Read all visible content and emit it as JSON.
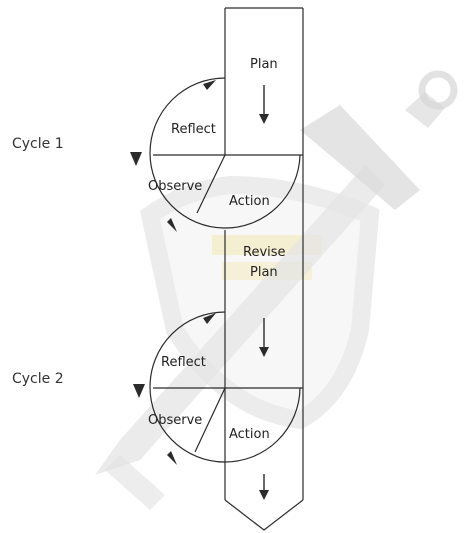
{
  "diagram": {
    "cycle_labels": [
      "Cycle 1",
      "Cycle 2"
    ],
    "column_labels": {
      "plan": "Plan",
      "revise_line1": "Revise",
      "revise_line2": "Plan"
    },
    "cycle1": {
      "reflect": "Reflect",
      "observe": "Observe",
      "action": "Action"
    },
    "cycle2": {
      "reflect": "Reflect",
      "observe": "Observe",
      "action": "Action"
    },
    "watermark_color": "#dcdcdc",
    "watermark_accent": "#f1e6a8",
    "line_color": "#2b2b2b"
  }
}
